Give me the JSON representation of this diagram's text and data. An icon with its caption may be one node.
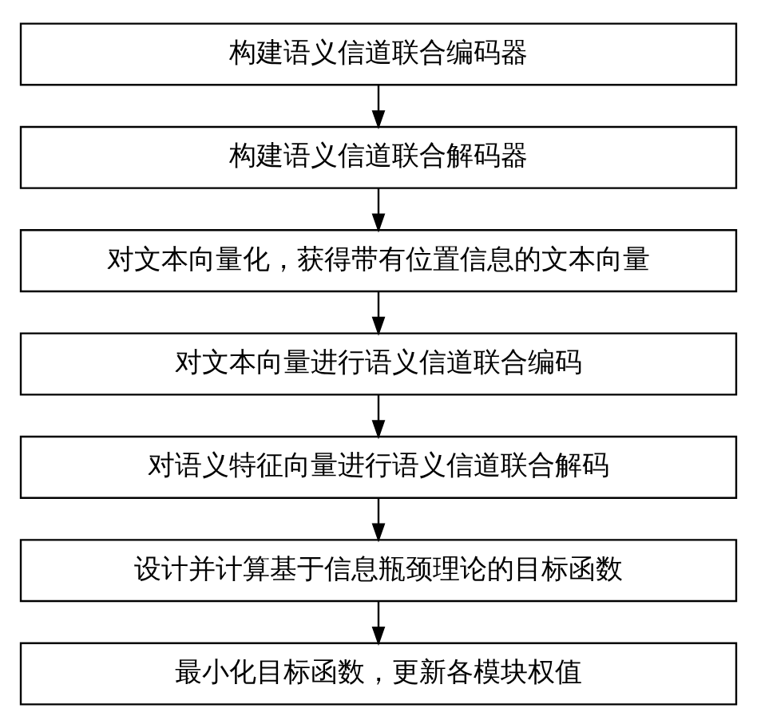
{
  "diagram": {
    "nodes": [
      {
        "text": [
          "构建语义信道联合编码器"
        ]
      },
      {
        "text": [
          "构建语义信道联合解码器"
        ]
      },
      {
        "text": [
          "对文本向量化，获得带有位置信息的文本向量"
        ]
      },
      {
        "text": [
          "对文本向量进行语义信道联合编码"
        ]
      },
      {
        "text": [
          "对语义特征向量进行语义信道联合解码"
        ]
      },
      {
        "text": [
          "设计并计算基于信息瓶颈理论的目标函数"
        ]
      },
      {
        "text": [
          "最小化目标函数，更新各模块权值"
        ]
      }
    ],
    "edges": [
      {
        "from": 0,
        "to": 1,
        "arrow": "to"
      },
      {
        "from": 1,
        "to": 2,
        "arrow": "to"
      },
      {
        "from": 2,
        "to": 3,
        "arrow": "to"
      },
      {
        "from": 3,
        "to": 4,
        "arrow": "to"
      },
      {
        "from": 4,
        "to": 5,
        "arrow": "to"
      },
      {
        "from": 5,
        "to": 6,
        "arrow": "to"
      }
    ]
  }
}
